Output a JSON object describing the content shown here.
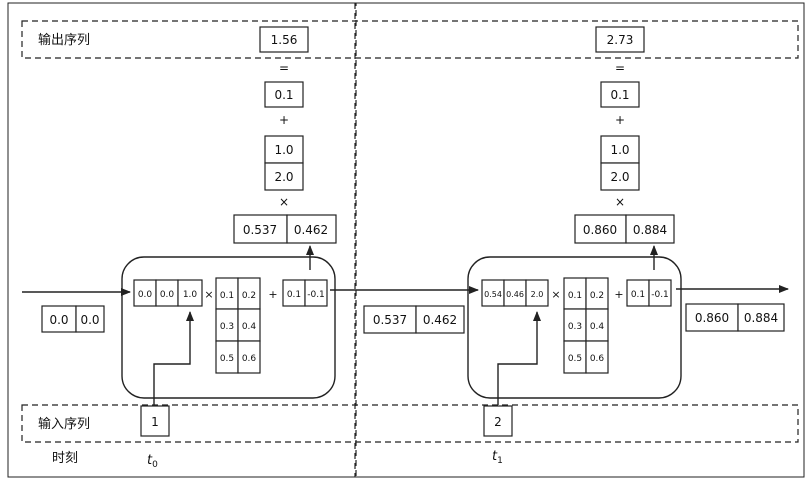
{
  "output_label": "输出序列",
  "input_label": "输入序列",
  "time_label": "时刻",
  "t0": "t",
  "t0_sub": "0",
  "t1": "t",
  "t1_sub": "1",
  "steps": [
    {
      "output": "1.56",
      "eq": "=",
      "bias_out": "0.1",
      "plus": "+",
      "w_out": [
        "1.0",
        "2.0"
      ],
      "times": "×",
      "h": [
        "0.537",
        "0.462"
      ],
      "concat": [
        "0.0",
        "0.0",
        "1.0"
      ],
      "mul": "×",
      "w": [
        [
          "0.1",
          "0.2"
        ],
        [
          "0.3",
          "0.4"
        ],
        [
          "0.5",
          "0.6"
        ]
      ],
      "add": "+",
      "b": [
        "0.1",
        "-0.1"
      ],
      "input": "1",
      "prev_state": [
        "0.0",
        "0.0"
      ]
    },
    {
      "output": "2.73",
      "eq": "=",
      "bias_out": "0.1",
      "plus": "+",
      "w_out": [
        "1.0",
        "2.0"
      ],
      "times": "×",
      "h": [
        "0.860",
        "0.884"
      ],
      "concat": [
        "0.54",
        "0.46",
        "2.0"
      ],
      "mul": "×",
      "w": [
        [
          "0.1",
          "0.2"
        ],
        [
          "0.3",
          "0.4"
        ],
        [
          "0.5",
          "0.6"
        ]
      ],
      "add": "+",
      "b": [
        "0.1",
        "-0.1"
      ],
      "input": "2",
      "prev_state": [
        "0.537",
        "0.462"
      ]
    }
  ],
  "final_state": [
    "0.860",
    "0.884"
  ]
}
